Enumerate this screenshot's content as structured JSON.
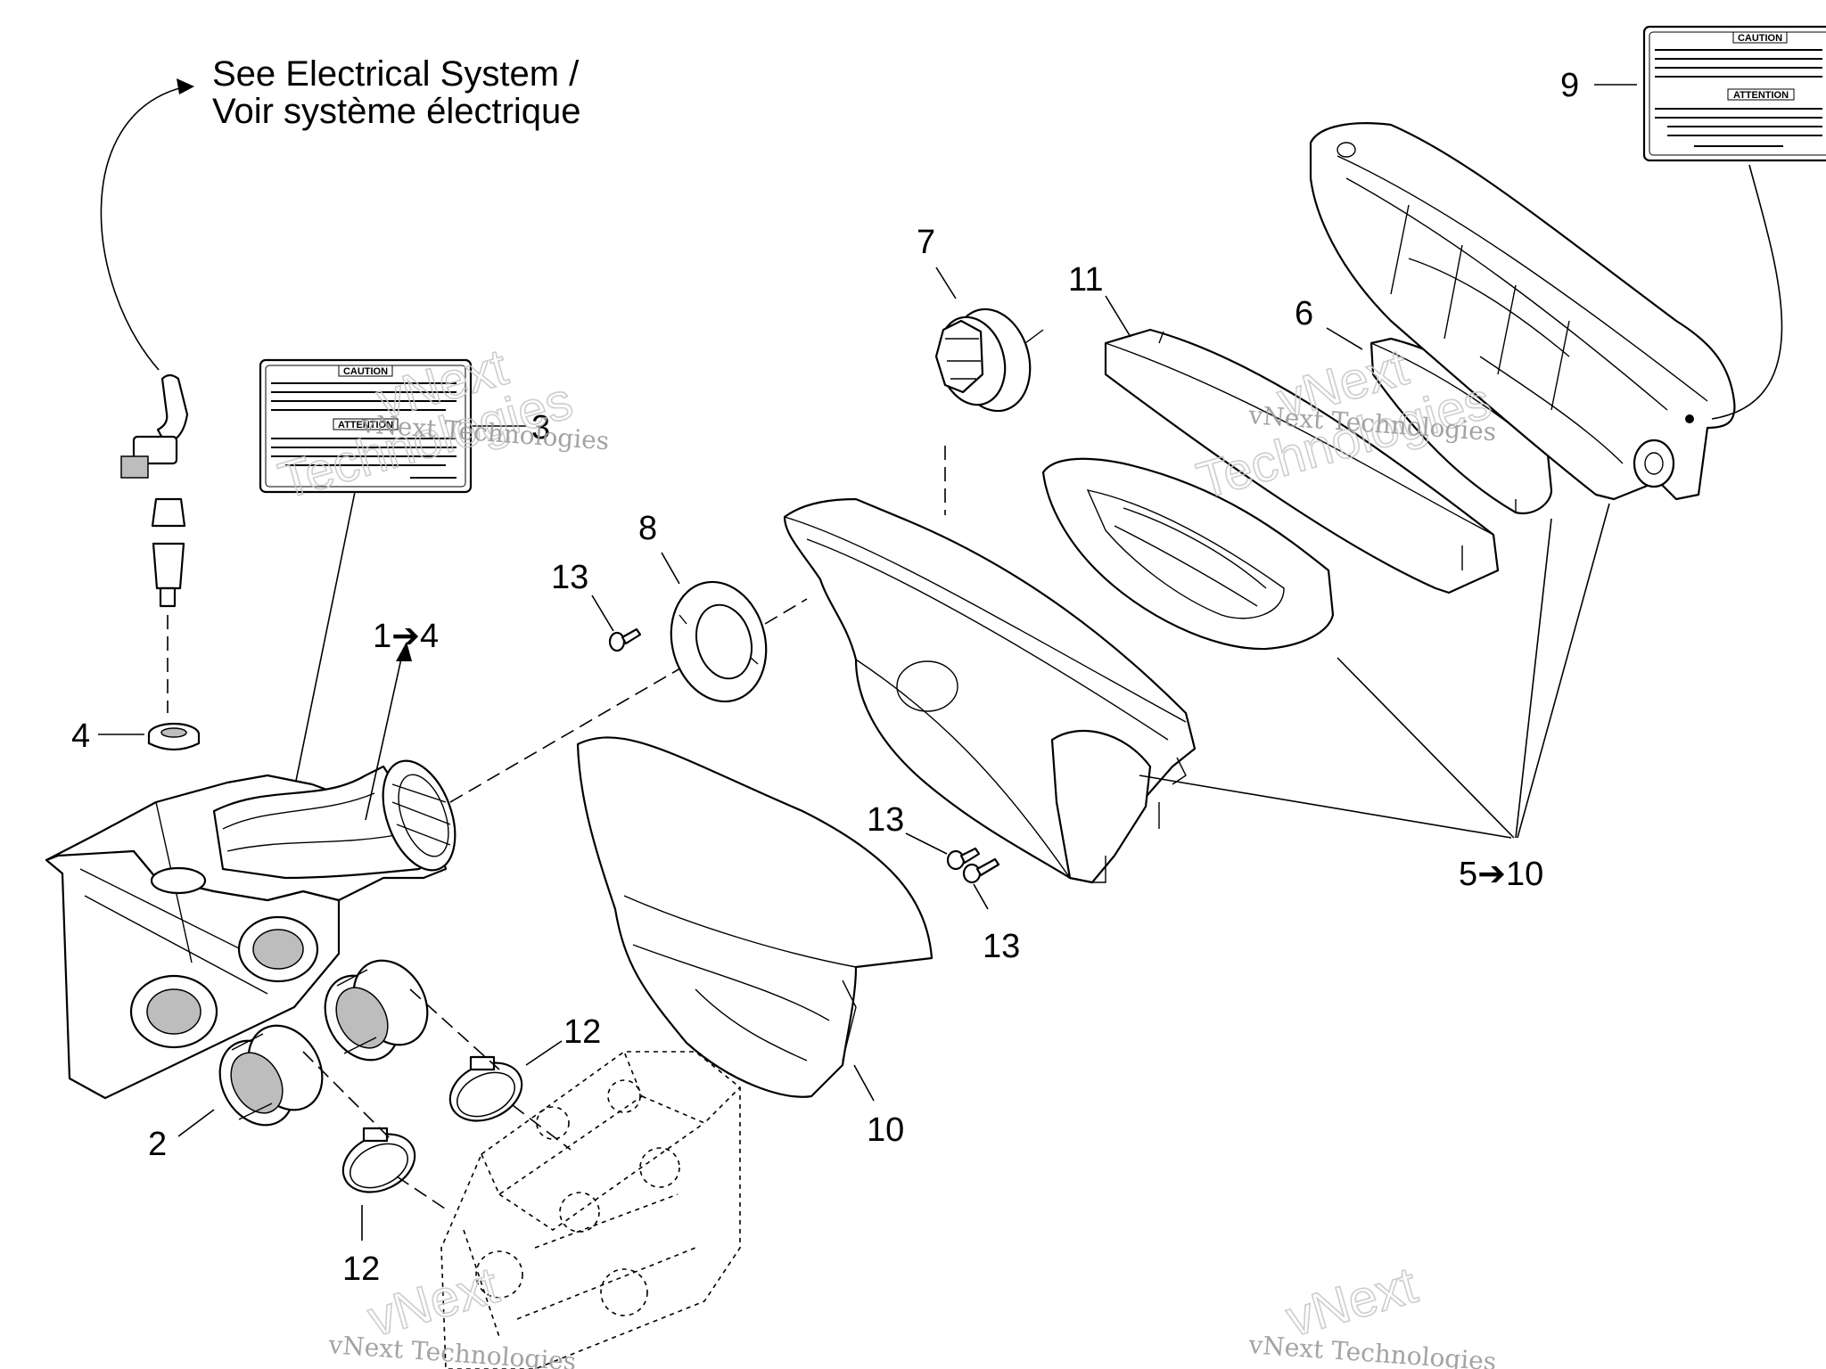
{
  "note": {
    "line1": "See Electrical System /",
    "line2": "Voir système électrique"
  },
  "callouts": {
    "c1to4": "1➔4",
    "c2": "2",
    "c3": "3",
    "c4": "4",
    "c5to10": "5➔10",
    "c6": "6",
    "c7": "7",
    "c8": "8",
    "c9": "9",
    "c10": "10",
    "c11": "11",
    "c12a": "12",
    "c12b": "12",
    "c13a": "13",
    "c13b": "13",
    "c13c": "13"
  },
  "labels": {
    "left": {
      "header1": "CAUTION",
      "header2": "ATTENTION"
    },
    "right": {
      "header1": "CAUTION",
      "header2": "ATTENTION"
    }
  },
  "watermark": {
    "text": "vNext Technologies",
    "word1": "vNext",
    "word2": "Technologies"
  }
}
